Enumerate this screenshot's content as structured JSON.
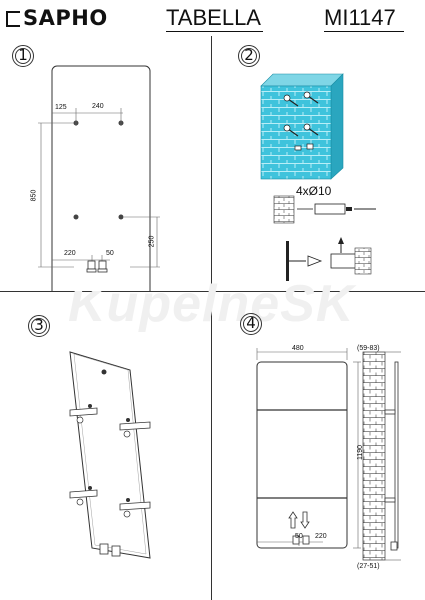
{
  "header": {
    "brand": "SAPHO",
    "product_name": "TABELLA",
    "product_code": "MI1147"
  },
  "watermark": "KupelneSK",
  "steps": [
    {
      "number": "1"
    },
    {
      "number": "2"
    },
    {
      "number": "3"
    },
    {
      "number": "4"
    }
  ],
  "step1": {
    "dim_top_left": "125",
    "dim_top_span": "240",
    "dim_height": "850",
    "dim_bottom_left": "220",
    "dim_bottom_right": "50",
    "dim_lower_height": "250"
  },
  "step2": {
    "drill_label": "4xØ10"
  },
  "step4": {
    "dim_width": "480",
    "dim_height": "1190",
    "dim_bottom_left": "50",
    "dim_bottom_right": "220",
    "dim_wall_top": "(59-83)",
    "dim_wall_bottom": "(27-51)"
  }
}
